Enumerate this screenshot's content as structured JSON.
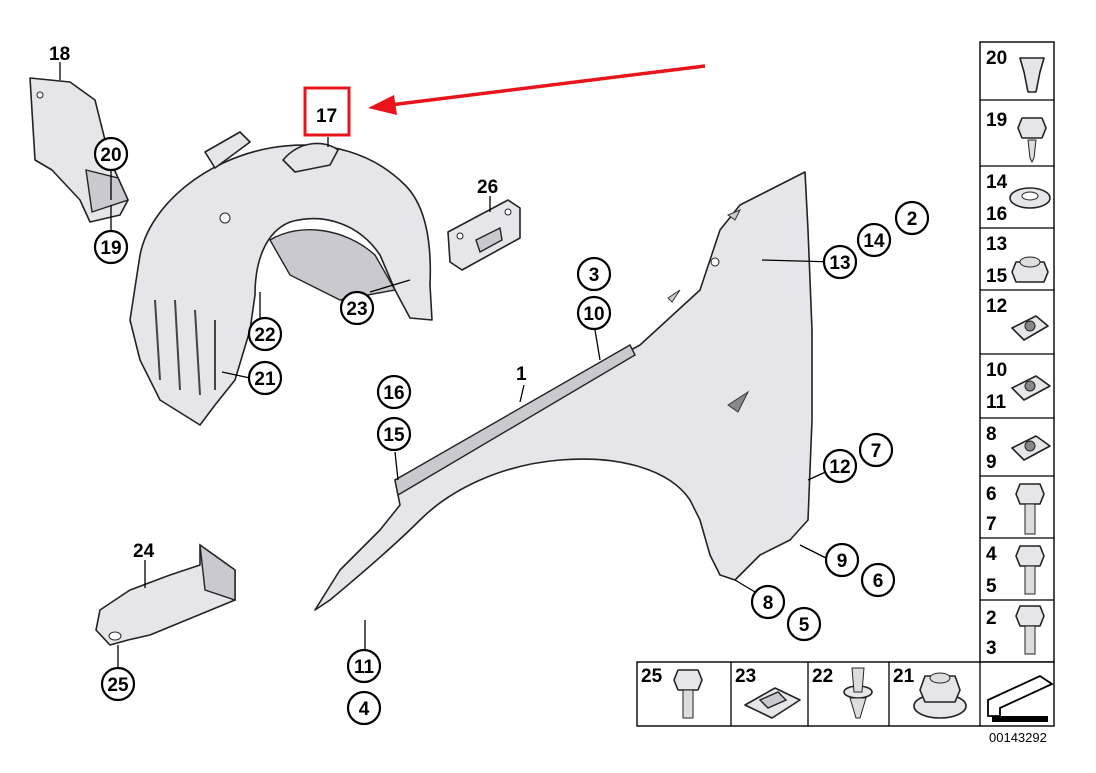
{
  "callouts": {
    "c18": "18",
    "c20a": "20",
    "c19a": "19",
    "c17": "17",
    "c26": "26",
    "c22a": "22",
    "c21a": "21",
    "c23a": "23",
    "c3": "3",
    "c10": "10",
    "c2": "2",
    "c14": "14",
    "c13": "13",
    "c1": "1",
    "c16": "16",
    "c15": "15",
    "c7": "7",
    "c12": "12",
    "c9": "9",
    "c6": "6",
    "c8": "8",
    "c5": "5",
    "c24": "24",
    "c25a": "25",
    "c11": "11",
    "c4": "4"
  },
  "legend_right": [
    {
      "labels": [
        "20"
      ]
    },
    {
      "labels": [
        "19"
      ]
    },
    {
      "labels": [
        "14",
        "16"
      ]
    },
    {
      "labels": [
        "13",
        "15"
      ]
    },
    {
      "labels": [
        "12"
      ]
    },
    {
      "labels": [
        "10",
        "11"
      ]
    },
    {
      "labels": [
        "8",
        "9"
      ]
    },
    {
      "labels": [
        "6",
        "7"
      ]
    },
    {
      "labels": [
        "4",
        "5"
      ]
    },
    {
      "labels": [
        "2",
        "3"
      ]
    }
  ],
  "legend_bottom": [
    {
      "label": "25"
    },
    {
      "label": "23"
    },
    {
      "label": "22"
    },
    {
      "label": "21"
    }
  ],
  "diagram_code": "00143292",
  "highlight": {
    "color": "#e8141c",
    "label": "17"
  }
}
